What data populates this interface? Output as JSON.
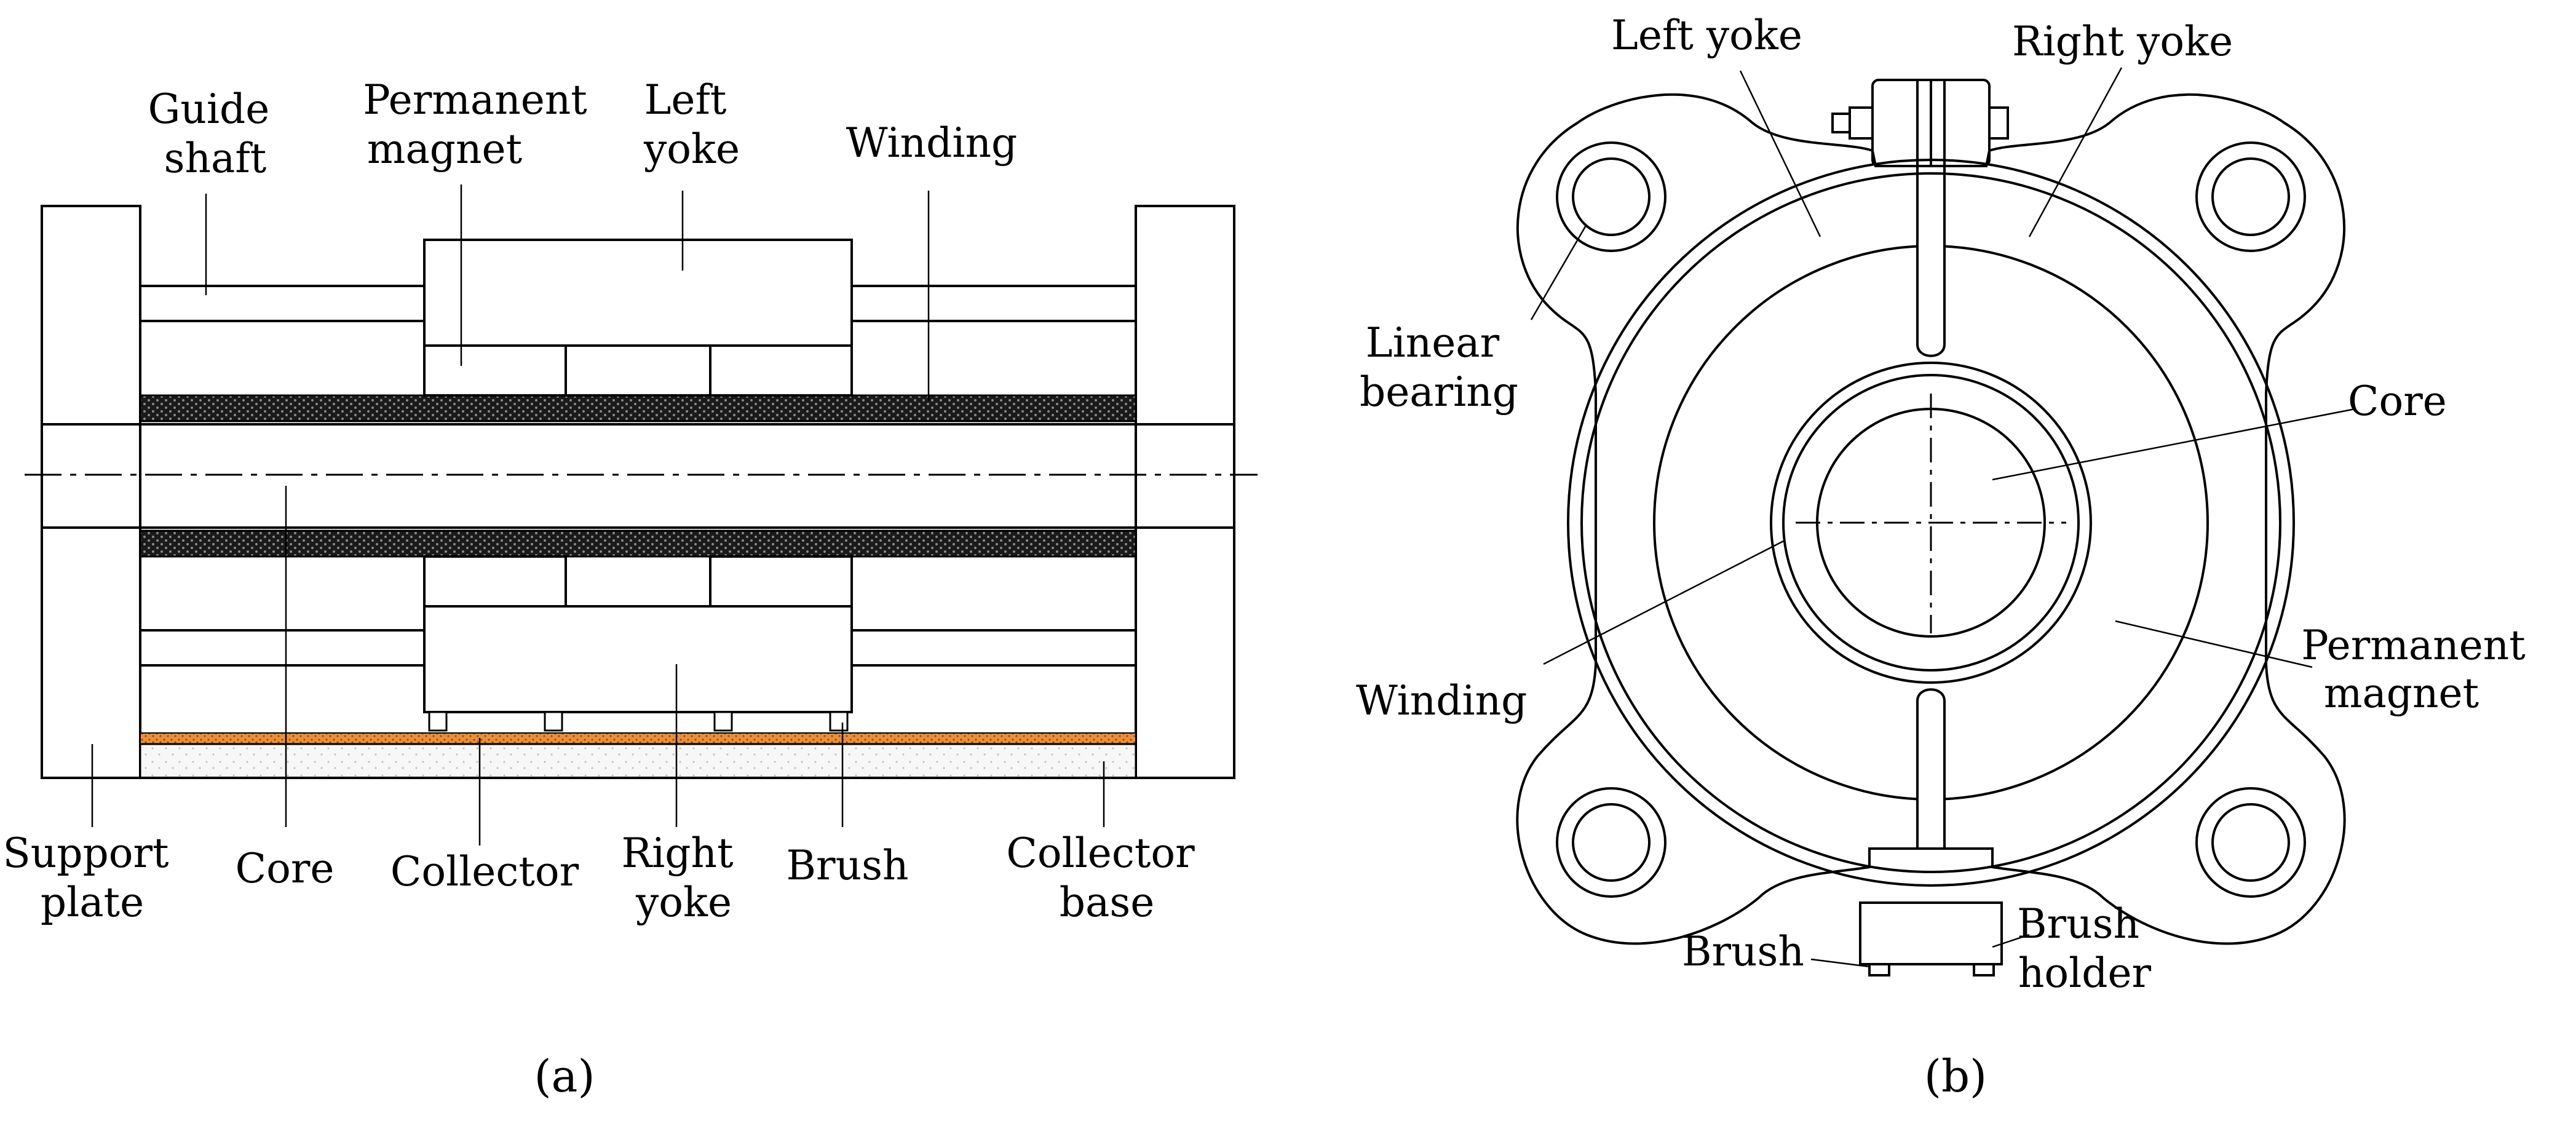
{
  "panel_a": {
    "caption": "(a)",
    "labels": {
      "guide_shaft": [
        "Guide",
        "shaft"
      ],
      "permanent_magnet": [
        "Permanent",
        "magnet"
      ],
      "left_yoke": [
        "Left",
        "yoke"
      ],
      "winding": [
        "Winding"
      ],
      "support_plate": [
        "Support",
        "plate"
      ],
      "core": [
        "Core"
      ],
      "collector": [
        "Collector"
      ],
      "right_yoke": [
        "Right",
        "yoke"
      ],
      "brush": [
        "Brush"
      ],
      "collector_base": [
        "Collector",
        "base"
      ]
    }
  },
  "panel_b": {
    "caption": "(b)",
    "labels": {
      "left_yoke": [
        "Left yoke"
      ],
      "right_yoke": [
        "Right yoke"
      ],
      "linear_bearing": [
        "Linear",
        "bearing"
      ],
      "core": [
        "Core"
      ],
      "winding": [
        "Winding"
      ],
      "permanent_magnet": [
        "Permanent",
        "magnet"
      ],
      "brush": [
        "Brush"
      ],
      "brush_holder": [
        "Brush",
        "holder"
      ]
    }
  },
  "colors": {
    "line": "#000000",
    "support_fill": "#f4f4f4",
    "collector_copper": "#e8913c",
    "winding_fill": "#1a1a1a"
  }
}
